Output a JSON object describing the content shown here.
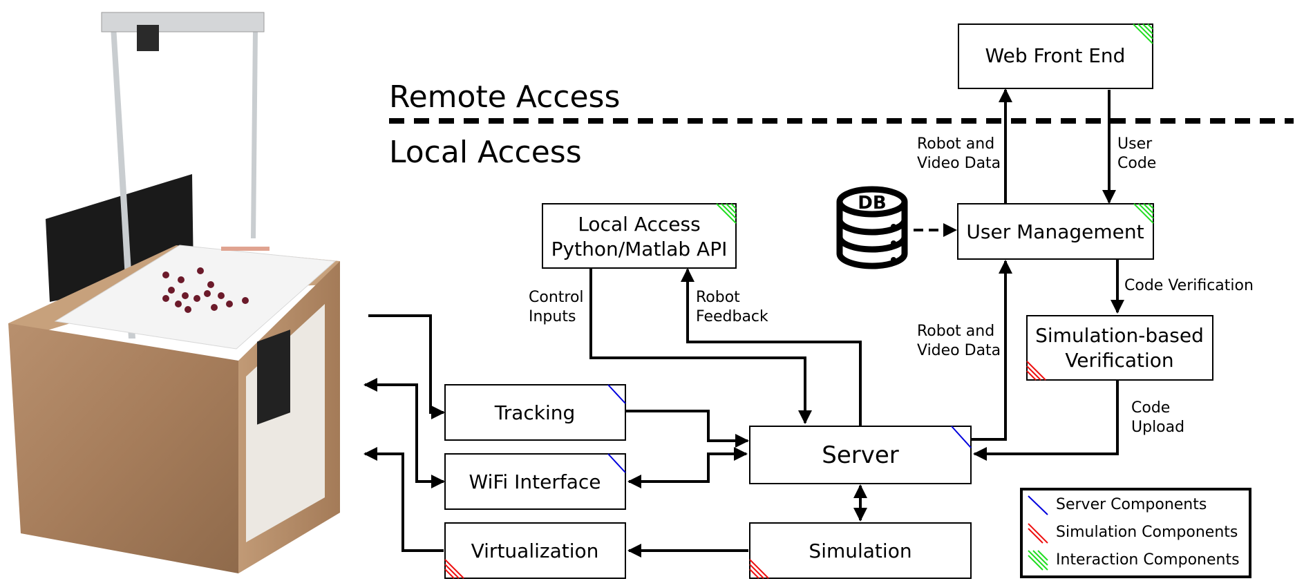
{
  "sections": {
    "remote": "Remote Access",
    "local": "Local Access"
  },
  "boxes": {
    "web_front_end": "Web Front End",
    "user_management": "User Management",
    "local_api_line1": "Local Access",
    "local_api_line2": "Python/Matlab API",
    "sim_verification_line1": "Simulation-based",
    "sim_verification_line2": "Verification",
    "tracking": "Tracking",
    "wifi": "WiFi Interface",
    "virtualization": "Virtualization",
    "server": "Server",
    "simulation": "Simulation"
  },
  "database": {
    "label": "DB"
  },
  "edge_labels": {
    "robot_video_upper_1": "Robot and",
    "robot_video_upper_2": "Video Data",
    "user_code_1": "User",
    "user_code_2": "Code",
    "code_verification": "Code Verification",
    "robot_video_lower_1": "Robot and",
    "robot_video_lower_2": "Video Data",
    "control_inputs_1": "Control",
    "control_inputs_2": "Inputs",
    "robot_feedback_1": "Robot",
    "robot_feedback_2": "Feedback",
    "code_upload_1": "Code",
    "code_upload_2": "Upload"
  },
  "legend": {
    "server": "Server Components",
    "simulation": "Simulation Components",
    "interaction": "Interaction Components"
  },
  "colors": {
    "server": "#0000dd",
    "simulation": "#ee1111",
    "interaction": "#22dd22",
    "line": "#000000"
  },
  "photo": {
    "description": "Robotarium testbed: wooden table with white arena, robots, monitors and overhead camera rig"
  }
}
